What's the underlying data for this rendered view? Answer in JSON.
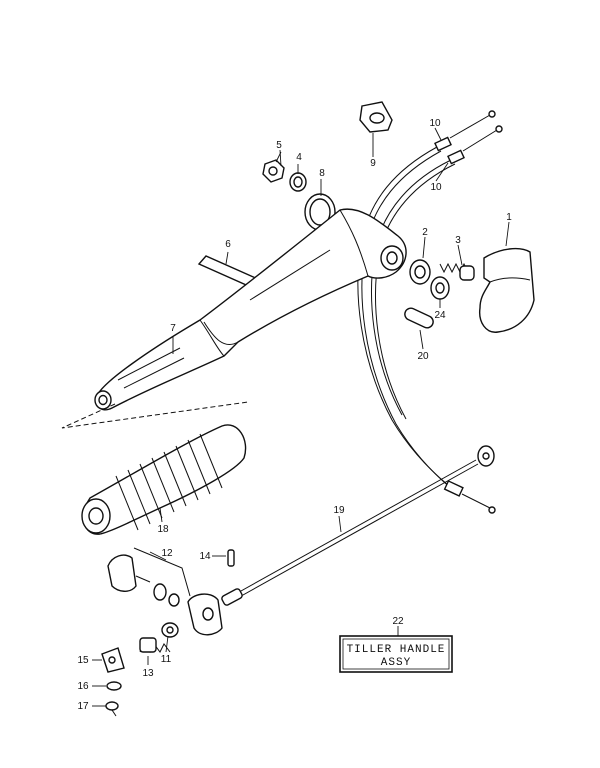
{
  "diagram": {
    "callouts": {
      "c1": "1",
      "c2": "2",
      "c3": "3",
      "c4": "4",
      "c5": "5",
      "c6": "6",
      "c7": "7",
      "c8": "8",
      "c9": "9",
      "c10a": "10",
      "c10b": "10",
      "c11": "11",
      "c12": "12",
      "c13": "13",
      "c14": "14",
      "c15": "15",
      "c16": "16",
      "c17": "17",
      "c18": "18",
      "c19": "19",
      "c20": "20",
      "c22": "22",
      "c24": "24"
    },
    "label_box": {
      "line1": "TILLER HANDLE",
      "line2": "ASSY"
    }
  }
}
